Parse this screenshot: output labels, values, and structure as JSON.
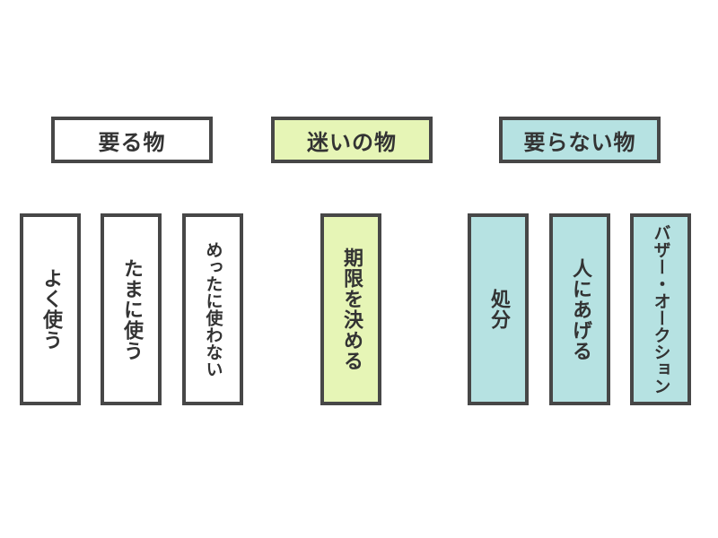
{
  "colors": {
    "white": "#ffffff",
    "lime": "#e6f5b6",
    "cyan": "#b6e2e2",
    "border": "#474747"
  },
  "categories": [
    {
      "label": "要る物",
      "color": "#ffffff",
      "items": [
        "よく使う",
        "たまに使う",
        "めったに使わない"
      ]
    },
    {
      "label": "迷いの物",
      "color": "#e6f5b6",
      "items": [
        "期限を決める"
      ]
    },
    {
      "label": "要らない物",
      "color": "#b6e2e2",
      "items": [
        "処分",
        "人にあげる",
        "バザー・オークション"
      ]
    }
  ]
}
